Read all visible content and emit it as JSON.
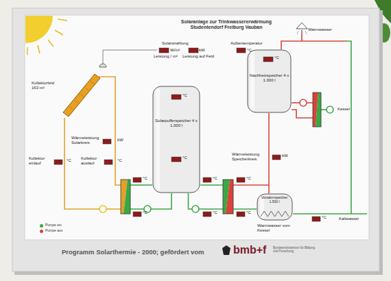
{
  "diagram": {
    "title": "Solaranlage zur Trinkwassererwärmung Studentendorf Freiburg Vauban",
    "nodes": [
      {
        "text": [
          "Kollektorfeld 163 m²"
        ]
      },
      {
        "text": [
          "°C",
          "Solarpufferspeicher 4 x 1.000 l",
          "°C"
        ]
      },
      {
        "text": [
          "°C",
          "Nachheizspeicher 4 x 1.000 l"
        ]
      },
      {
        "text": [
          "Vorwärmspeicher 1.500 l"
        ]
      }
    ],
    "edges": [
      {
        "from": 0,
        "to": 1,
        "arrow": "none"
      },
      {
        "from": 1,
        "to": 3,
        "arrow": "none"
      },
      {
        "from": 3,
        "to": 2,
        "arrow": "none"
      }
    ],
    "labels": [
      "Solarstrahlung",
      "W/m²",
      "kW",
      "Leistung / m²",
      "Leistung auf Feld",
      "Außentemperatur",
      "°C",
      "Wärmeleistung Solarkreis",
      "kW",
      "Kollektor einlauf",
      "°C",
      "Kollektor auslauf",
      "°C",
      "°C",
      "°C",
      "°C",
      "°C",
      "°C",
      "°C",
      "Wärmeleistung Speicherkreis",
      "kW",
      "Warmwasser",
      "Kessel",
      "Warmwasser vom Kessel",
      "°C",
      "Kaltwasser",
      "Programm Solarthermie - 2000; gefördert vom",
      "bmb+f",
      "Bundesministerium für Bildung und Forschung"
    ],
    "legend": [
      {
        "text": "Pumpe ein",
        "color": "#3aa845"
      },
      {
        "text": "Pumpe aus",
        "color": "#d8443a"
      }
    ]
  }
}
